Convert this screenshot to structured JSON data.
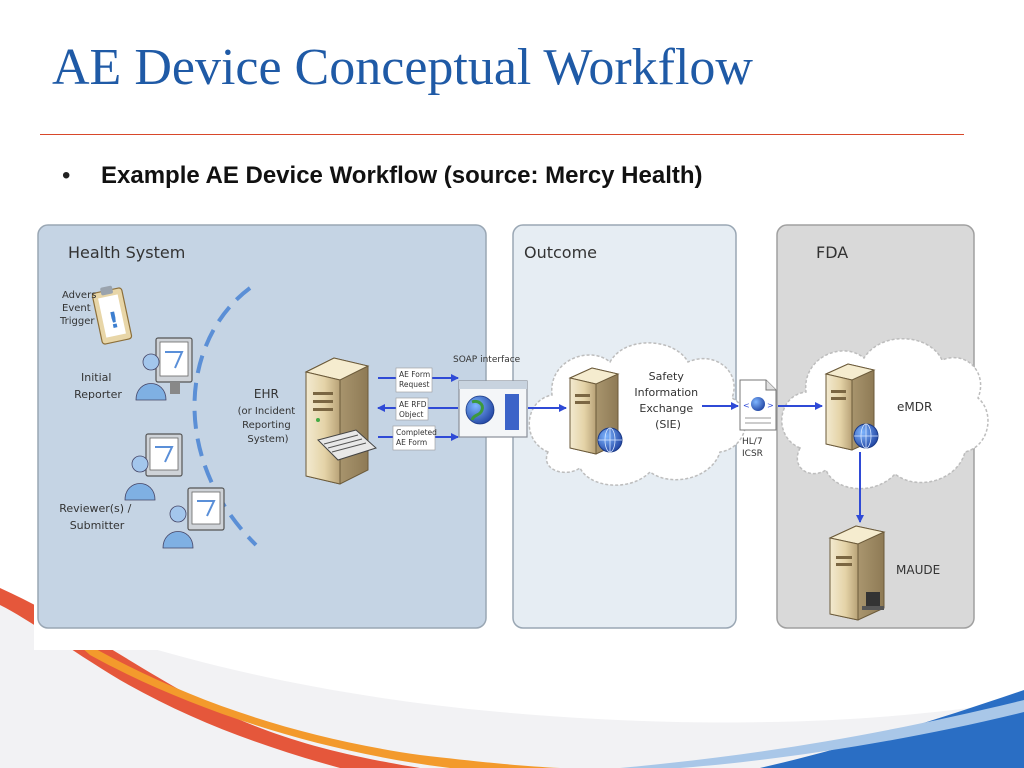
{
  "slide": {
    "title": "AE Device Conceptual Workflow",
    "bullet_marker": "•",
    "bullet": "Example AE Device Workflow (source: Mercy Health)"
  },
  "diagram": {
    "panels": {
      "health_system": "Health System",
      "outcome": "Outcome",
      "fda": "FDA"
    },
    "actors": {
      "trigger": [
        "Advers",
        "Event",
        "Trigger"
      ],
      "initial_reporter": [
        "Initial",
        "Reporter"
      ],
      "reviewer": [
        "Reviewer(s) /",
        "Submitter"
      ]
    },
    "ehr": [
      "EHR",
      "(or Incident",
      "Reporting",
      "System)"
    ],
    "messages": {
      "form_request": [
        "AE Form",
        "Request"
      ],
      "rfd_object": [
        "AE RFD",
        "Object"
      ],
      "completed_form": [
        "Completed",
        "AE Form"
      ]
    },
    "soap": "SOAP interface",
    "sie": [
      "Safety",
      "Information",
      "Exchange",
      "(SIE)"
    ],
    "hl7": [
      "HL/7",
      "ICSR"
    ],
    "emdr": "eMDR",
    "maude": "MAUDE",
    "colors": {
      "title": "#1f5aa6",
      "rule": "#d8482a",
      "health_panel": "#c5d4e4",
      "outcome_panel": "#e6edf3",
      "fda_panel": "#d9d9d9",
      "arrow": "#2f4ad6"
    }
  }
}
